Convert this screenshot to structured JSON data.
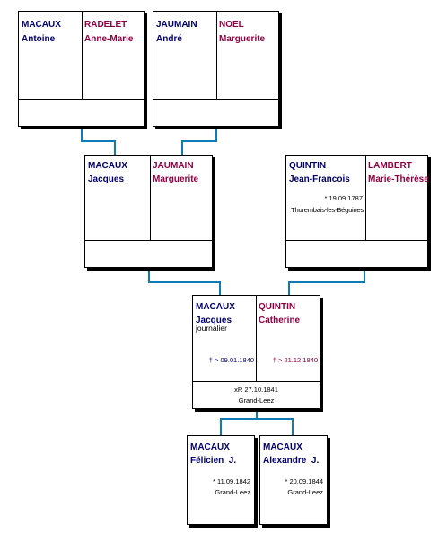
{
  "gen1": {
    "p1": {
      "surname": "MACAUX",
      "given": "Antoine"
    },
    "p2": {
      "surname": "RADELET",
      "given": "Anne-Marie"
    },
    "p3": {
      "surname": "JAUMAIN",
      "given": "André"
    },
    "p4": {
      "surname": "NOEL",
      "given": "Marguerite"
    }
  },
  "gen2": {
    "jacques_parent": {
      "surname": "MACAUX",
      "given": "Jacques"
    },
    "marguerite": {
      "surname": "JAUMAIN",
      "given": "Marguerite"
    },
    "jean_francois": {
      "surname": "QUINTIN",
      "given": "Jean-Francois",
      "birth": "* 19.09.1787",
      "birth_place": "Thorembais-les-Béguines"
    },
    "marie_therese": {
      "surname": "LAMBERT",
      "given": "Marie-Thérèse"
    }
  },
  "gen3": {
    "jacques": {
      "surname": "MACAUX",
      "given": "Jacques",
      "occupation": "journalier",
      "death": "† > 09.01.1840"
    },
    "catherine": {
      "surname": "QUINTIN",
      "given": "Catherine",
      "death": "† > 21.12.1840"
    },
    "marriage": {
      "date": "xR 27.10.1841",
      "place": "Grand-Leez"
    }
  },
  "gen4": {
    "felicien": {
      "surname": "MACAUX",
      "given": "Félicien  J.",
      "birth": "* 11.09.1842",
      "birth_place": "Grand-Leez"
    },
    "alexandre": {
      "surname": "MACAUX",
      "given": "Alexandre  J.",
      "birth": "* 20.09.1844",
      "birth_place": "Grand-Leez"
    }
  },
  "colors": {
    "male": "#00006e",
    "female": "#900040",
    "connector": "#0d7bb5"
  }
}
